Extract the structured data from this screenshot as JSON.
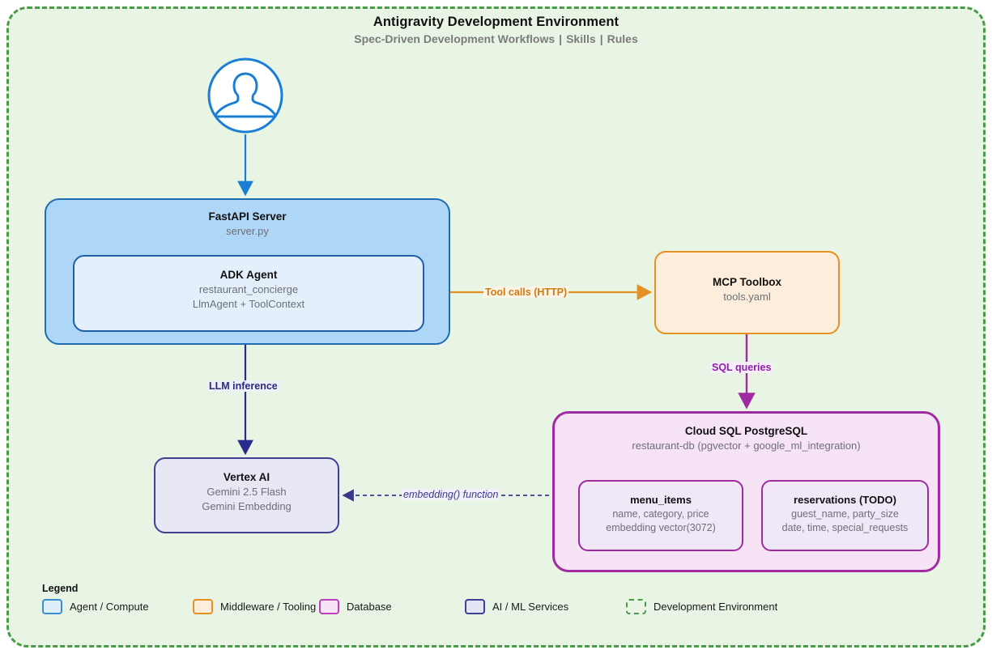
{
  "diagram": {
    "title": "Antigravity Development Environment",
    "subtitle_parts": [
      "Spec-Driven Development Workflows",
      "Skills",
      "Rules"
    ],
    "subtitle_separator": "|"
  },
  "colors": {
    "environment_bg": "#e9f5e4",
    "environment_border": "#4a9a4a",
    "agent_compute": "#aed6f7",
    "agent_compute_border": "#1f6cb0",
    "middleware": "#fdeedc",
    "middleware_border": "#e59022",
    "database": "#f6e3f6",
    "database_border": "#a02ba0",
    "ai_ml": "#e8e8f5",
    "ai_ml_border": "#3f3f96",
    "user_icon": "#1a7fd4"
  },
  "nodes": {
    "user": {
      "icon": "user-avatar-icon"
    },
    "fastapi": {
      "title": "FastAPI Server",
      "subtitle": "server.py"
    },
    "adk_agent": {
      "title": "ADK Agent",
      "line1": "restaurant_concierge",
      "line2": "LlmAgent + ToolContext"
    },
    "mcp_toolbox": {
      "title": "MCP Toolbox",
      "subtitle": "tools.yaml"
    },
    "cloud_sql": {
      "title": "Cloud SQL PostgreSQL",
      "subtitle": "restaurant-db (pgvector + google_ml_integration)",
      "tables": [
        {
          "name": "menu_items",
          "line1": "name, category, price",
          "line2": "embedding vector(3072)"
        },
        {
          "name": "reservations (TODO)",
          "line1": "guest_name, party_size",
          "line2": "date, time, special_requests"
        }
      ]
    },
    "vertex_ai": {
      "title": "Vertex AI",
      "line1": "Gemini 2.5 Flash",
      "line2": "Gemini Embedding"
    }
  },
  "edges": {
    "user_to_fastapi": {
      "label": ""
    },
    "agent_to_mcp": {
      "label": "Tool calls (HTTP)"
    },
    "mcp_to_db": {
      "label": "SQL queries"
    },
    "agent_to_vertex": {
      "label": "LLM inference"
    },
    "db_to_vertex": {
      "label": "embedding() function"
    }
  },
  "legend": {
    "title": "Legend",
    "items": [
      {
        "label": "Agent / Compute",
        "fill": "#ddeefc",
        "border": "#3a8fd4",
        "style": "solid"
      },
      {
        "label": "Middleware / Tooling",
        "fill": "#fdeedc",
        "border": "#e59022",
        "style": "solid"
      },
      {
        "label": "Database",
        "fill": "#f6e3f6",
        "border": "#c03ec0",
        "style": "solid"
      },
      {
        "label": "AI / ML Services",
        "fill": "#e4e4f7",
        "border": "#3f3f96",
        "style": "solid"
      },
      {
        "label": "Development Environment",
        "fill": "#e9f5e4",
        "border": "#4a9a4a",
        "style": "dashed"
      }
    ]
  }
}
